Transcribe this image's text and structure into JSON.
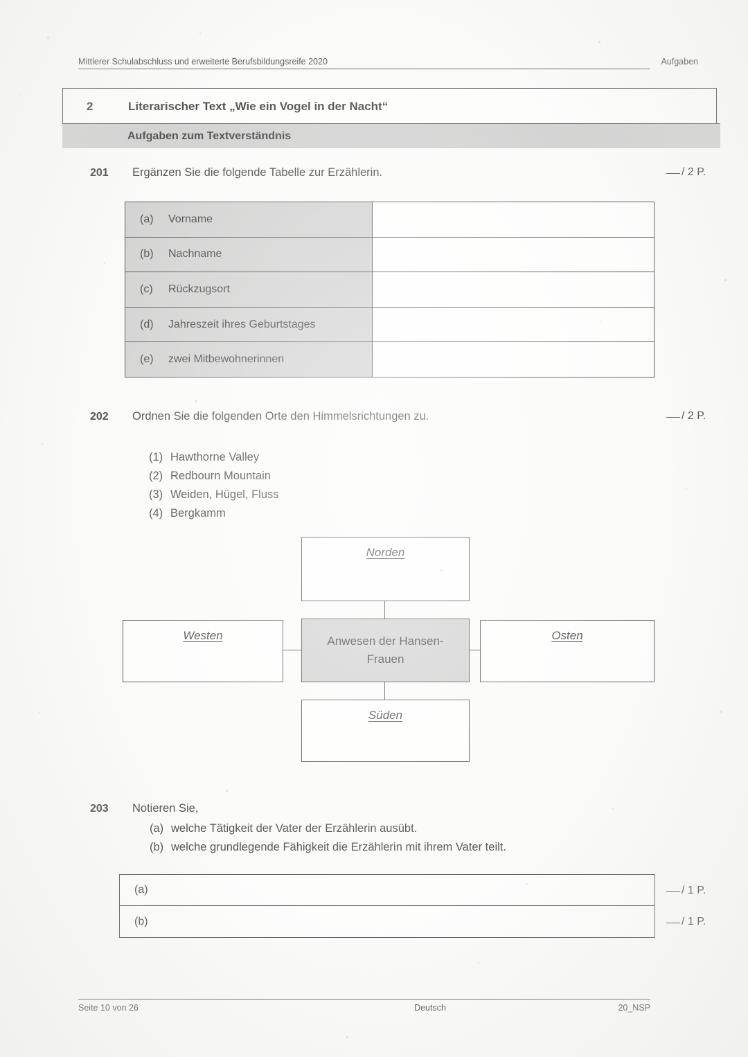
{
  "header": {
    "left": "Mittlerer Schulabschluss und erweiterte Berufsbildungsreife 2020",
    "right": "Aufgaben"
  },
  "title_block": {
    "number": "2",
    "title": "Literarischer Text „Wie ein Vogel in der Nacht“",
    "subtitle": "Aufgaben zum Textverständnis"
  },
  "tasks": [
    {
      "number": "201",
      "text": "Ergänzen Sie die folgende Tabelle zur Erzählerin.",
      "points": "/ 2 P."
    },
    {
      "number": "202",
      "text": "Ordnen Sie die folgenden Orte den Himmelsrichtungen zu.",
      "points": "/ 2 P."
    },
    {
      "number": "203",
      "text": "Notieren Sie,",
      "lines": [
        {
          "key": "(a)",
          "text": "welche Tätigkeit der Vater der Erzählerin ausübt."
        },
        {
          "key": "(b)",
          "text": "welche grundlegende Fähigkeit die Erzählerin mit ihrem Vater teilt."
        }
      ]
    }
  ],
  "table_201": {
    "rows": [
      {
        "key": "(a)",
        "label": "Vorname",
        "value": ""
      },
      {
        "key": "(b)",
        "label": "Nachname",
        "value": ""
      },
      {
        "key": "(c)",
        "label": "Rückzugsort",
        "value": ""
      },
      {
        "key": "(d)",
        "label": "Jahreszeit ihres Geburtstages",
        "value": ""
      },
      {
        "key": "(e)",
        "label": "zwei Mitbewohnerinnen",
        "value": ""
      }
    ]
  },
  "places_202": [
    {
      "key": "(1)",
      "text": "Hawthorne Valley"
    },
    {
      "key": "(2)",
      "text": "Redbourn Mountain"
    },
    {
      "key": "(3)",
      "text": "Weiden, Hügel, Fluss"
    },
    {
      "key": "(4)",
      "text": "Bergkamm"
    }
  ],
  "compass_diagram": {
    "center": "Anwesen der Hansen-Frauen",
    "north": "Norden",
    "west": "Westen",
    "east": "Osten",
    "south": "Süden"
  },
  "answers_203": [
    {
      "key": "(a)",
      "value": "",
      "points": "/ 1 P."
    },
    {
      "key": "(b)",
      "value": "",
      "points": "/ 1 P."
    }
  ],
  "footer": {
    "page": "Seite 10 von 26",
    "subject": "Deutsch",
    "code": "20_NSP"
  }
}
